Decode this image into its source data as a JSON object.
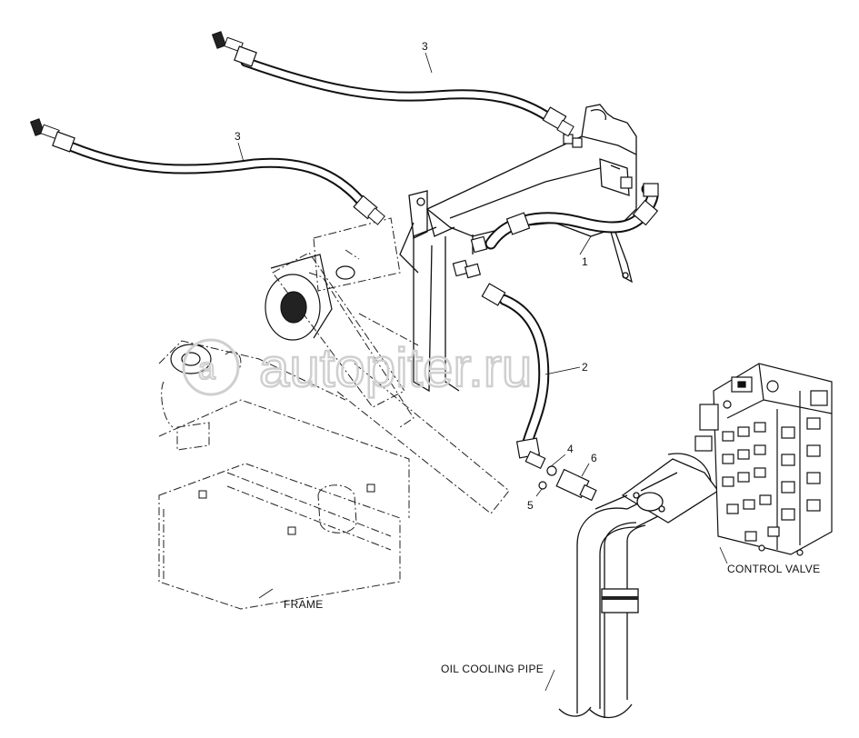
{
  "callouts": {
    "item_1": "1",
    "item_2": "2",
    "item_3_upper": "3",
    "item_3_lower": "3",
    "item_4": "4",
    "item_5": "5",
    "item_6": "6"
  },
  "captions": {
    "frame": "FRAME",
    "control_valve": "CONTROL VALVE",
    "oil_cooling_pipe": "OIL COOLING PIPE"
  },
  "watermark": {
    "text": "autopiter.ru",
    "color": "#cfcfcf"
  },
  "colors": {
    "line": "#111111",
    "hose": "#1a1a1a",
    "background": "#ffffff"
  }
}
